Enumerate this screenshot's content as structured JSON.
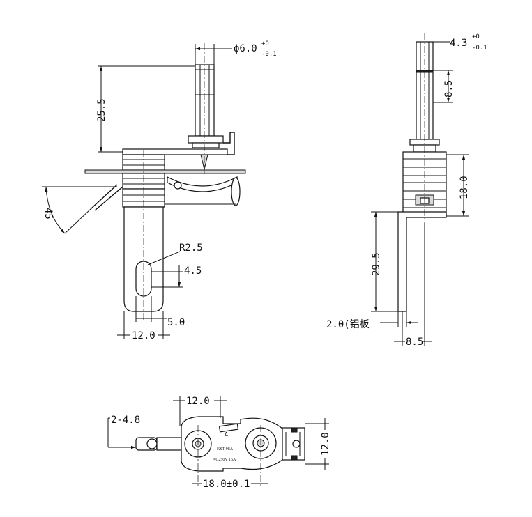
{
  "front_view": {
    "dia_label": "ϕ6.0",
    "dia_tol_upper": "+0",
    "dia_tol_lower": "-0.1",
    "height_label": "25.5",
    "angle_label": "45",
    "radius_label": "R2.5",
    "slot_label": "4.5",
    "slot_width_label": "5.0",
    "width_label": "12.0"
  },
  "side_view": {
    "flat_label": "4.3",
    "flat_tol_upper": "+0",
    "flat_tol_lower": "-0.1",
    "flat_len_label": "8.5",
    "body_label": "18.0",
    "bracket_label": "29.5",
    "plate_label": "2.0(铝板",
    "offset_label": "8.5"
  },
  "bottom_view": {
    "pin_label": "2-4.8",
    "top_width_label": "12.0",
    "right_label": "12.0",
    "center_label": "18.0±0.1",
    "model_text": "KST-98A",
    "rating_text": "AC250V 16A",
    "mark_text": "Δ"
  }
}
